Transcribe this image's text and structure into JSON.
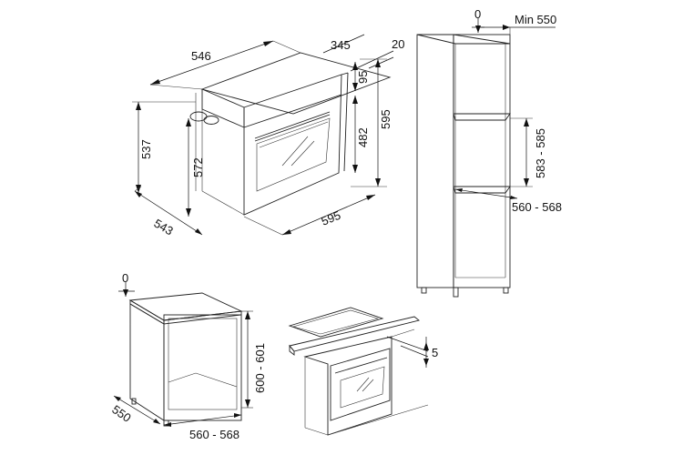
{
  "oven_dimensions": {
    "width": "546",
    "depth": "345",
    "door_gap": "20",
    "panel_height": "95",
    "front_height": "595",
    "inner_height": "482",
    "body_height": "537",
    "niche_height": "572",
    "body_depth": "543",
    "front_width": "595"
  },
  "column_cabinet": {
    "rear_gap": "0",
    "min_depth": "Min 550",
    "niche_height": "583 - 585",
    "niche_width": "560 - 568"
  },
  "base_cabinet": {
    "rear_gap": "0",
    "niche_height": "600 - 601",
    "depth": "550",
    "width": "560 - 568"
  },
  "worktop_installation": {
    "gap": "5"
  }
}
